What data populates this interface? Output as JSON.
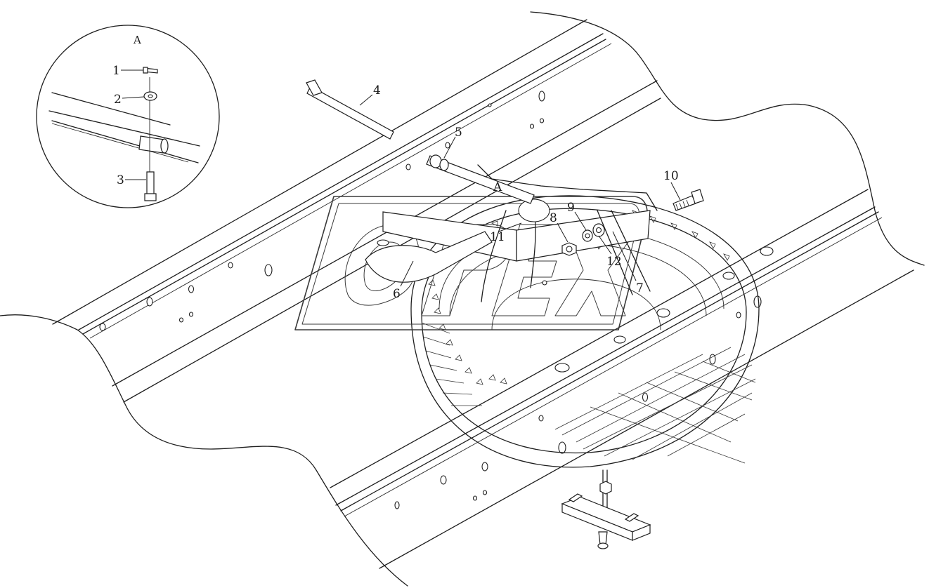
{
  "detail": {
    "title": "A"
  },
  "view_marker": "A",
  "callouts": [
    {
      "id": "c1",
      "label": "1"
    },
    {
      "id": "c2",
      "label": "2"
    },
    {
      "id": "c3",
      "label": "3"
    },
    {
      "id": "c4",
      "label": "4"
    },
    {
      "id": "c5",
      "label": "5"
    },
    {
      "id": "c6",
      "label": "6"
    },
    {
      "id": "c7",
      "label": "7"
    },
    {
      "id": "c8",
      "label": "8"
    },
    {
      "id": "c9",
      "label": "9"
    },
    {
      "id": "c10",
      "label": "10"
    },
    {
      "id": "c11",
      "label": "11"
    },
    {
      "id": "c12",
      "label": "12"
    }
  ],
  "watermark": {
    "text": "OPEX"
  },
  "icons": [
    "spare-tire",
    "chassis-frame-rail",
    "crossmember",
    "bolt",
    "nut",
    "washer",
    "pin",
    "winch-bracket"
  ]
}
